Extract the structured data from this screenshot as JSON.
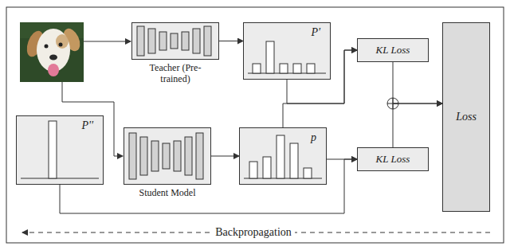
{
  "diagram": {
    "nodes": [
      {
        "text": [
          "Teacher (Pre-trained)"
        ]
      },
      {
        "text": [
          "P'"
        ]
      },
      {
        "text": [
          "KL Loss"
        ]
      },
      {
        "text": [
          "Loss"
        ]
      },
      {
        "text": [
          "P''"
        ]
      },
      {
        "text": [
          "Student Model"
        ]
      },
      {
        "text": [
          "p"
        ]
      },
      {
        "text": [
          "KL Loss"
        ]
      }
    ],
    "edges": [
      {
        "from": 0,
        "to": 1,
        "arrow": "to"
      },
      {
        "from": 1,
        "to": 2,
        "arrow": "to"
      },
      {
        "from": 6,
        "to": 2,
        "arrow": "to"
      },
      {
        "from": 5,
        "to": 6,
        "arrow": "to"
      },
      {
        "from": 6,
        "to": 7,
        "arrow": "to"
      },
      {
        "from": 4,
        "to": 7,
        "arrow": "to"
      },
      {
        "from": 2,
        "to": 3,
        "arrow": "to"
      },
      {
        "from": 7,
        "to": 3,
        "arrow": "to"
      }
    ],
    "labels": [
      "Backpropagation"
    ]
  }
}
